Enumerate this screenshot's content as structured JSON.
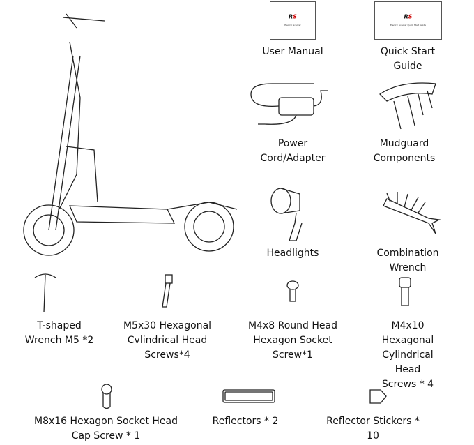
{
  "items": [
    {
      "label": "User Manual"
    },
    {
      "label": "Quick Start Guide"
    },
    {
      "label": "Power\nCord/Adapter"
    },
    {
      "label": "Mudguard\nComponents"
    },
    {
      "label": "Headlights"
    },
    {
      "label": "Combination Wrench"
    },
    {
      "label": "T-shaped\nWrench M5 *2"
    },
    {
      "label": "M5x30 Hexagonal\nCvlindrical Head\nScrews*4"
    },
    {
      "label": "M4x8 Round Head\nHexagon Socket\nScrew*1"
    },
    {
      "label": "M4x10 Hexagonal\nCylindrical Head\nScrews * 4"
    },
    {
      "label": "M8x16 Hexagon Socket Head\nCap Screw * 1"
    },
    {
      "label": "Reflectors * 2"
    },
    {
      "label": "Reflector Stickers * 10"
    }
  ],
  "logo": {
    "brand": "RS",
    "manual_sub": "Electric Scooter",
    "guide_sub": "Electric Scooter Quick Start Guide"
  }
}
